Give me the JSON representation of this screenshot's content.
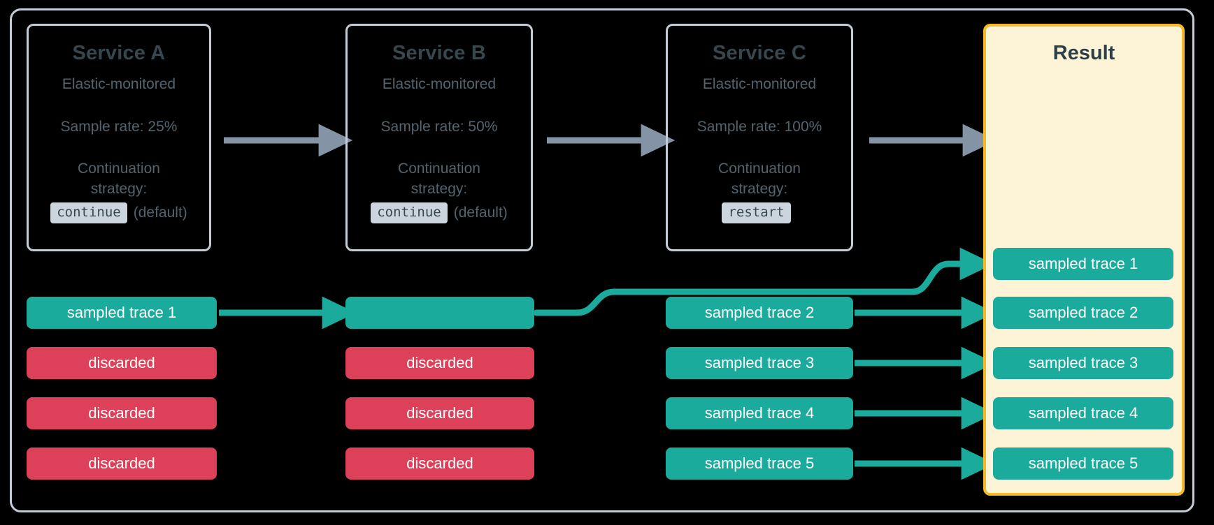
{
  "diagram": {
    "title_context": "Distributed tracing sampling continuation strategy",
    "colors": {
      "sampled": "#1bab9c",
      "discarded": "#dd4159",
      "result_border": "#f5bb29",
      "result_fill": "#fdf3d7",
      "card_border": "#c3ccd7",
      "text_dark": "#37474f",
      "text_muted": "#53646e",
      "gray_arrow": "#8494a6",
      "badge_bg": "#ccd5dd",
      "background": "#000000"
    }
  },
  "services": [
    {
      "name": "Service A",
      "monitored_label": "Elastic-monitored",
      "sample_rate_label": "Sample rate: 25%",
      "strategy_label_line1": "Continuation",
      "strategy_label_line2": "strategy:",
      "strategy_value": "continue",
      "strategy_note": "(default)"
    },
    {
      "name": "Service B",
      "monitored_label": "Elastic-monitored",
      "sample_rate_label": "Sample rate: 50%",
      "strategy_label_line1": "Continuation",
      "strategy_label_line2": "strategy:",
      "strategy_value": "continue",
      "strategy_note": "(default)"
    },
    {
      "name": "Service C",
      "monitored_label": "Elastic-monitored",
      "sample_rate_label": "Sample rate: 100%",
      "strategy_label_line1": "Continuation",
      "strategy_label_line2": "strategy:",
      "strategy_value": "restart",
      "strategy_note": ""
    }
  ],
  "result": {
    "title": "Result"
  },
  "columns": {
    "service_a_traces": [
      {
        "label": "sampled trace 1",
        "state": "sampled"
      },
      {
        "label": "discarded",
        "state": "discarded"
      },
      {
        "label": "discarded",
        "state": "discarded"
      },
      {
        "label": "discarded",
        "state": "discarded"
      }
    ],
    "service_b_traces": [
      {
        "label": "",
        "state": "sampled"
      },
      {
        "label": "discarded",
        "state": "discarded"
      },
      {
        "label": "discarded",
        "state": "discarded"
      },
      {
        "label": "discarded",
        "state": "discarded"
      }
    ],
    "service_c_traces": [
      {
        "label": "sampled trace 2",
        "state": "sampled"
      },
      {
        "label": "sampled trace 3",
        "state": "sampled"
      },
      {
        "label": "sampled trace 4",
        "state": "sampled"
      },
      {
        "label": "sampled trace 5",
        "state": "sampled"
      }
    ],
    "result_traces": [
      {
        "label": "sampled trace 1",
        "state": "sampled"
      },
      {
        "label": "sampled trace 2",
        "state": "sampled"
      },
      {
        "label": "sampled trace 3",
        "state": "sampled"
      },
      {
        "label": "sampled trace 4",
        "state": "sampled"
      },
      {
        "label": "sampled trace 5",
        "state": "sampled"
      }
    ]
  },
  "connectors": {
    "service_flow_arrow_count": 3,
    "trace_arrow_count": 5,
    "curved_connector_label": "service-b-sampled-to-result-trace-1"
  }
}
